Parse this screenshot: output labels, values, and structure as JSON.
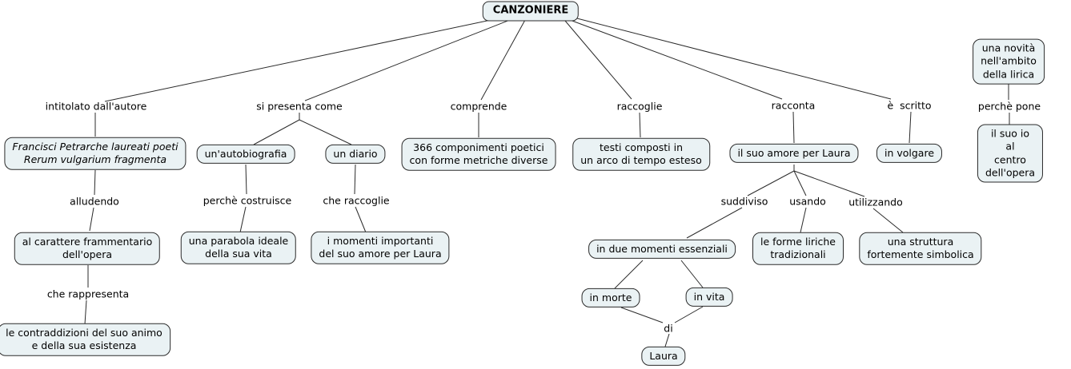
{
  "colors": {
    "background": "#ffffff",
    "box_fill": "#eaf2f4",
    "box_border": "#2b2b2b",
    "line": "#2b2b2b"
  },
  "concept_map": {
    "root": "CANZONIERE",
    "concepts": {
      "francisci": "Francisci Petrarche laureati poeti\nRerum vulgarium fragmenta",
      "frammentario": "al carattere frammentario\ndell'opera",
      "contraddizioni": "le contraddizioni del suo animo\ne della sua esistenza",
      "autobiografia": "un'autobiografia",
      "diario": "un diario",
      "parabola": "una parabola ideale\ndella sua vita",
      "momenti_importanti": "i momenti importanti\ndel suo amore per Laura",
      "componimenti": "366 componimenti poetici\ncon forme metriche diverse",
      "testi": "testi composti in\nun arco di tempo esteso",
      "amore_laura": "il suo amore per Laura",
      "due_momenti": "in due momenti essenziali",
      "forme_liriche": "le forme liriche\ntradizionali",
      "struttura": "una struttura\nfortemente simbolica",
      "in_morte": "in morte",
      "in_vita": "in vita",
      "laura": "Laura",
      "volgare": "in volgare",
      "novita": "una novità nell'ambito\ndella lirica",
      "io_centro": "il suo io al\ncentro dell'opera"
    },
    "linking_phrases": {
      "intitolato": "intitolato dall'autore",
      "alludendo": "alludendo",
      "che_rappresenta": "che rappresenta",
      "si_presenta": "si presenta come",
      "perche_costruisce": "perchè costruisce",
      "che_raccoglie": "che raccoglie",
      "comprende": "comprende",
      "raccoglie": "raccoglie",
      "racconta": "racconta",
      "e_scritto": "è  scritto",
      "perche_pone": "perchè pone",
      "suddiviso": "suddiviso",
      "usando": "usando",
      "utilizzando": "utilizzando",
      "di": "di"
    },
    "edges": [
      {
        "from": "CANZONIERE",
        "link": "intitolato dall'autore",
        "to": "Francisci Petrarche laureati poeti Rerum vulgarium fragmenta"
      },
      {
        "from": "Francisci Petrarche laureati poeti Rerum vulgarium fragmenta",
        "link": "alludendo",
        "to": "al carattere frammentario dell'opera"
      },
      {
        "from": "al carattere frammentario dell'opera",
        "link": "che rappresenta",
        "to": "le contraddizioni del suo animo e della sua esistenza"
      },
      {
        "from": "CANZONIERE",
        "link": "si presenta come",
        "to": "un'autobiografia"
      },
      {
        "from": "CANZONIERE",
        "link": "si presenta come",
        "to": "un diario"
      },
      {
        "from": "un'autobiografia",
        "link": "perchè costruisce",
        "to": "una parabola ideale della sua vita"
      },
      {
        "from": "un diario",
        "link": "che raccoglie",
        "to": "i momenti importanti del suo amore per Laura"
      },
      {
        "from": "CANZONIERE",
        "link": "comprende",
        "to": "366 componimenti poetici con forme metriche diverse"
      },
      {
        "from": "CANZONIERE",
        "link": "raccoglie",
        "to": "testi composti in un arco di tempo esteso"
      },
      {
        "from": "CANZONIERE",
        "link": "racconta",
        "to": "il suo amore per Laura"
      },
      {
        "from": "CANZONIERE",
        "link": "è scritto",
        "to": "in volgare"
      },
      {
        "from": "il suo amore per Laura",
        "link": "suddiviso",
        "to": "in due momenti essenziali"
      },
      {
        "from": "il suo amore per Laura",
        "link": "usando",
        "to": "le forme liriche tradizionali"
      },
      {
        "from": "il suo amore per Laura",
        "link": "utilizzando",
        "to": "una struttura fortemente simbolica"
      },
      {
        "from": "in due momenti essenziali",
        "link": "",
        "to": "in morte"
      },
      {
        "from": "in due momenti essenziali",
        "link": "",
        "to": "in vita"
      },
      {
        "from": "in morte",
        "link": "di",
        "to": "Laura"
      },
      {
        "from": "in vita",
        "link": "di",
        "to": "Laura"
      },
      {
        "from": "una novità nell'ambito della lirica",
        "link": "perchè pone",
        "to": "il suo io al centro dell'opera"
      }
    ]
  }
}
